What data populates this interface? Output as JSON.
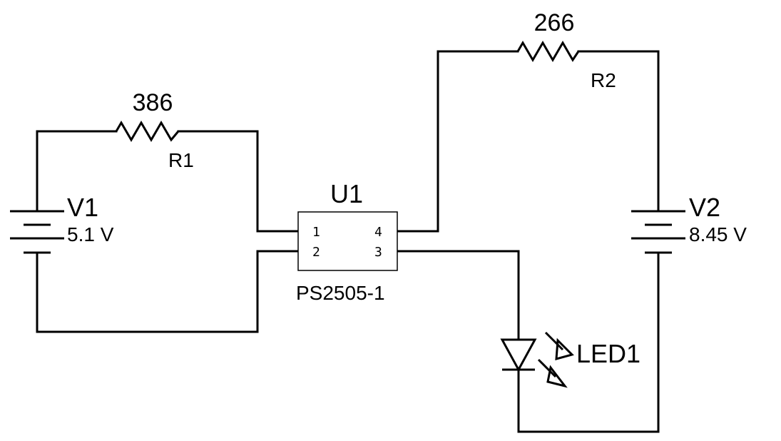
{
  "components": {
    "r1": {
      "name": "R1",
      "value": "386"
    },
    "r2": {
      "name": "R2",
      "value": "266"
    },
    "v1": {
      "name": "V1",
      "value": "5.1 V"
    },
    "v2": {
      "name": "V2",
      "value": "8.45 V"
    },
    "u1": {
      "name": "U1",
      "part": "PS2505-1",
      "pins": {
        "p1": "1",
        "p2": "2",
        "p3": "3",
        "p4": "4"
      }
    },
    "led1": {
      "name": "LED1"
    }
  }
}
